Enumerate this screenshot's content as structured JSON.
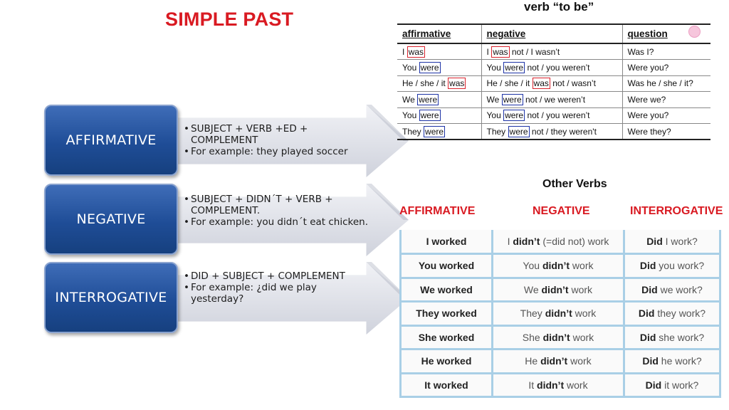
{
  "title": "SIMPLE PAST",
  "structures": [
    {
      "label": "AFFIRMATIVE",
      "bullets": [
        "SUBJECT + VERB +ED + COMPLEMENT",
        "For example: they played soccer"
      ]
    },
    {
      "label": "NEGATIVE",
      "bullets": [
        "SUBJECT + DIDN´T + VERB + COMPLEMENT.",
        "For example: you didn´t eat chicken."
      ]
    },
    {
      "label": "INTERROGATIVE",
      "bullets": [
        "DID + SUBJECT + COMPLEMENT",
        "For example: ¿did we play yesterday?"
      ]
    }
  ],
  "to_be": {
    "title": "verb “to be”",
    "headers": [
      "affirmative",
      "negative",
      "question"
    ],
    "rows": [
      {
        "aff_subj": "I",
        "aff_verb": "was",
        "neg_subj": "I",
        "neg_verb": "was",
        "neg_rest": "not  / I wasn’t",
        "q": "Was I?",
        "color": "red"
      },
      {
        "aff_subj": "You",
        "aff_verb": "were",
        "neg_subj": "You",
        "neg_verb": "were",
        "neg_rest": "not / you weren’t",
        "q": "Were you?",
        "color": "blue"
      },
      {
        "aff_subj": "He / she / it",
        "aff_verb": "was",
        "neg_subj": "He / she / it",
        "neg_verb": "was",
        "neg_rest": "not / wasn’t",
        "q": "Was he / she / it?",
        "color": "red"
      },
      {
        "aff_subj": "We",
        "aff_verb": "were",
        "neg_subj": "We",
        "neg_verb": "were",
        "neg_rest": "not / we weren’t",
        "q": "Were we?",
        "color": "blue"
      },
      {
        "aff_subj": "You",
        "aff_verb": "were",
        "neg_subj": "You",
        "neg_verb": "were",
        "neg_rest": "not / you weren’t",
        "q": "Were you?",
        "color": "blue"
      },
      {
        "aff_subj": "They",
        "aff_verb": "were",
        "neg_subj": "They",
        "neg_verb": "were",
        "neg_rest": "not / they weren't",
        "q": "Were they?",
        "color": "blue"
      }
    ]
  },
  "other_verbs": {
    "title": "Other Verbs",
    "headers": [
      "AFFIRMATIVE",
      "NEGATIVE",
      "INTERROGATIVE"
    ],
    "rows": [
      {
        "aff": "I worked",
        "neg_pre": "I ",
        "neg_bold": "didn’t",
        "neg_post": " (=did not) work",
        "q_bold": "Did",
        "q_post": " I work?"
      },
      {
        "aff": "You worked",
        "neg_pre": "You ",
        "neg_bold": "didn’t",
        "neg_post": " work",
        "q_bold": "Did",
        "q_post": " you work?"
      },
      {
        "aff": "We worked",
        "neg_pre": "We ",
        "neg_bold": "didn’t",
        "neg_post": " work",
        "q_bold": "Did",
        "q_post": " we work?"
      },
      {
        "aff": "They worked",
        "neg_pre": "They ",
        "neg_bold": "didn’t",
        "neg_post": " work",
        "q_bold": "Did",
        "q_post": " they work?"
      },
      {
        "aff": "She worked",
        "neg_pre": "She ",
        "neg_bold": "didn’t",
        "neg_post": " work",
        "q_bold": "Did",
        "q_post": " she work?"
      },
      {
        "aff": "He worked",
        "neg_pre": "He ",
        "neg_bold": "didn’t",
        "neg_post": " work",
        "q_bold": "Did",
        "q_post": " he work?"
      },
      {
        "aff": "It worked",
        "neg_pre": "It ",
        "neg_bold": "didn’t",
        "neg_post": " work",
        "q_bold": "Did",
        "q_post": " it work?"
      }
    ]
  },
  "colors": {
    "title": "#d91a22",
    "box": "#1f4d97",
    "red_outline": "#d9232d",
    "blue_outline": "#1d33a6",
    "grid": "#a9cfe6"
  }
}
